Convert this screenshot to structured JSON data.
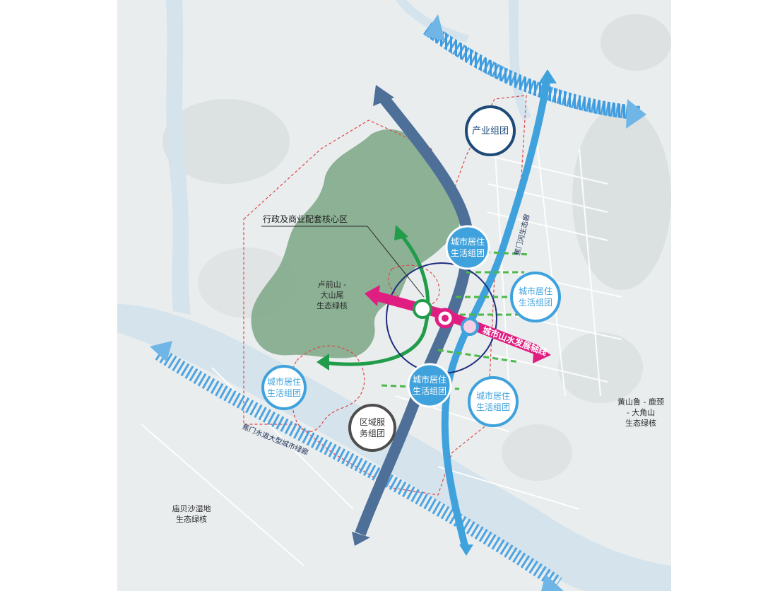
{
  "labels": {
    "core_zone": "行政及商业配套核心区",
    "industry_cluster": "产业组团",
    "residential_cluster_line1": "城市居住",
    "residential_cluster_line2": "生活组团",
    "service_cluster_line1": "区域服",
    "service_cluster_line2": "务组团",
    "green_core_west_line1": "卢前山 -",
    "green_core_west_line2": "大山尾",
    "green_core_west_line3": "生态绿核",
    "green_core_east_line1": "黄山鲁 - 鹿颈",
    "green_core_east_line2": "- 大角山",
    "green_core_east_line3": "生态绿核",
    "green_core_south_line1": "庙贝沙湿地",
    "green_core_south_line2": "生态绿核",
    "development_axis": "城市山水发展轴线",
    "road_north": "蕉门河生态廊",
    "road_southwest": "蕉门水道大型城市绿廊"
  },
  "colors": {
    "map_background": "#e9edee",
    "water": "#d4e3ec",
    "mountain_green": "#7ea987",
    "boundary_red": "#e0474b",
    "axis_blue_dark": "#4d6f98",
    "axis_blue_light": "#3fa2dc",
    "axis_pink": "#e01e82",
    "green_arrow": "#219c4a",
    "green_dashed": "#4cb848",
    "cluster_circle_blue": "#3fa2dc",
    "industry_circle_navy": "#1d4a78",
    "service_circle_grey": "#4d4d4d",
    "core_circle_navy": "#1f2f7e",
    "corridor_blue": "#3c9be0"
  }
}
